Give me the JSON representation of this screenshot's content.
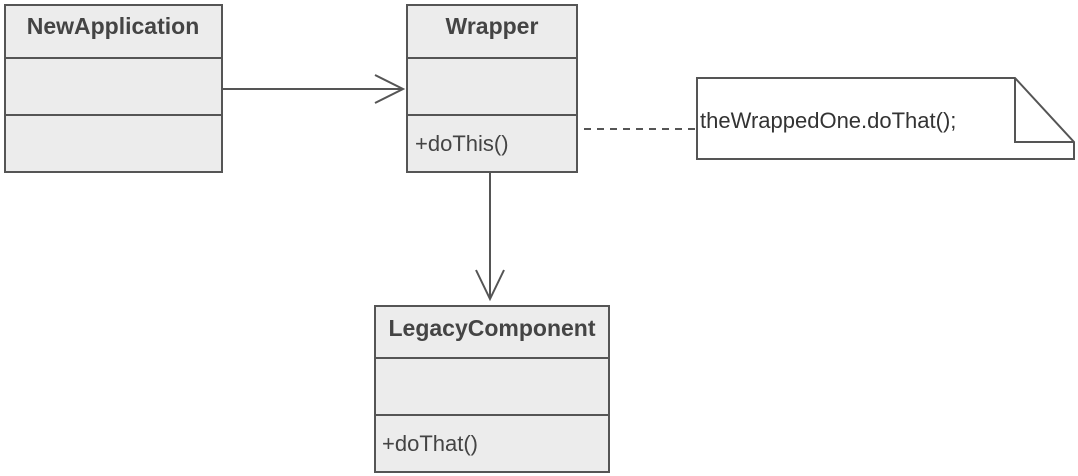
{
  "classes": {
    "new_application": {
      "name": "NewApplication",
      "methods": []
    },
    "wrapper": {
      "name": "Wrapper",
      "methods": [
        "+doThis()"
      ]
    },
    "legacy_component": {
      "name": "LegacyComponent",
      "methods": [
        "+doThat()"
      ]
    }
  },
  "note": {
    "text": "theWrappedOne.doThat();"
  },
  "relations": [
    {
      "from": "NewApplication",
      "to": "Wrapper",
      "kind": "association"
    },
    {
      "from": "Wrapper",
      "to": "LegacyComponent",
      "kind": "association"
    },
    {
      "from": "Wrapper",
      "to": "note",
      "kind": "note-anchor"
    }
  ]
}
